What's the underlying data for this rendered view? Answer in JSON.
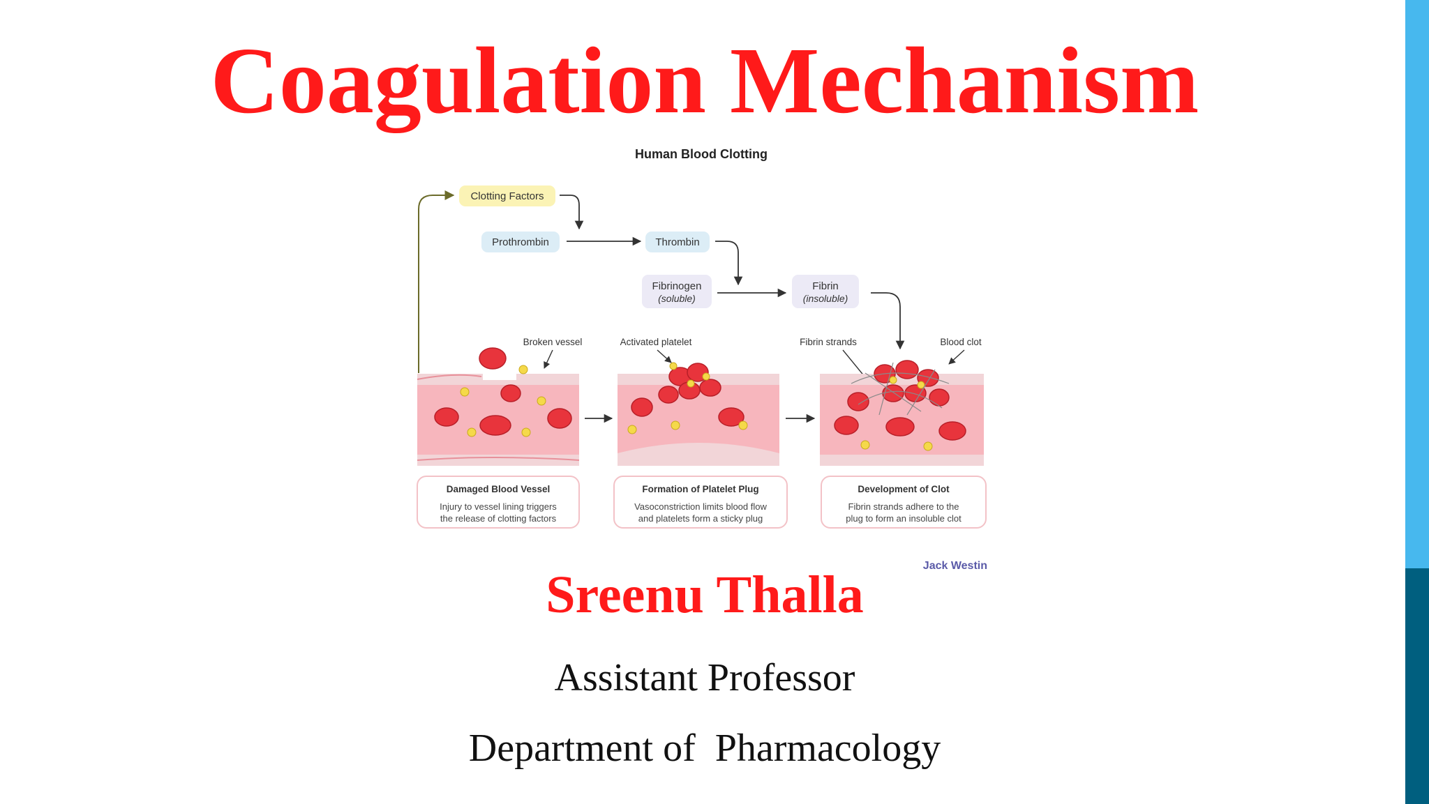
{
  "slide": {
    "title": "Coagulation Mechanism",
    "author": "Sreenu Thalla",
    "role": "Assistant Professor",
    "department": "Department of  Pharmacology"
  },
  "colors": {
    "title_red": "#ff1a1a",
    "accent_light_blue": "#47b8ee",
    "accent_dark_blue": "#005f7f",
    "vessel_pink": "#f7b6bd",
    "cell_red": "#e8343c"
  },
  "diagram": {
    "title": "Human Blood Clotting",
    "nodes": {
      "clotting_factors": "Clotting Factors",
      "prothrombin": "Prothrombin",
      "thrombin": "Thrombin",
      "fibrinogen": "Fibrinogen",
      "fibrinogen_note": "(soluble)",
      "fibrin": "Fibrin",
      "fibrin_note": "(insoluble)"
    },
    "labels": {
      "broken_vessel": "Broken vessel",
      "activated_platelet": "Activated platelet",
      "fibrin_strands": "Fibrin strands",
      "blood_clot": "Blood clot"
    },
    "stages": [
      {
        "heading": "Damaged Blood Vessel",
        "line1": "Injury to vessel lining triggers",
        "line2": "the release of clotting factors"
      },
      {
        "heading": "Formation of Platelet Plug",
        "line1": "Vasoconstriction limits blood flow",
        "line2": "and platelets form a sticky plug"
      },
      {
        "heading": "Development of Clot",
        "line1": "Fibrin strands adhere to the",
        "line2": "plug to form an insoluble clot"
      }
    ],
    "credit": "Jack Westin"
  }
}
